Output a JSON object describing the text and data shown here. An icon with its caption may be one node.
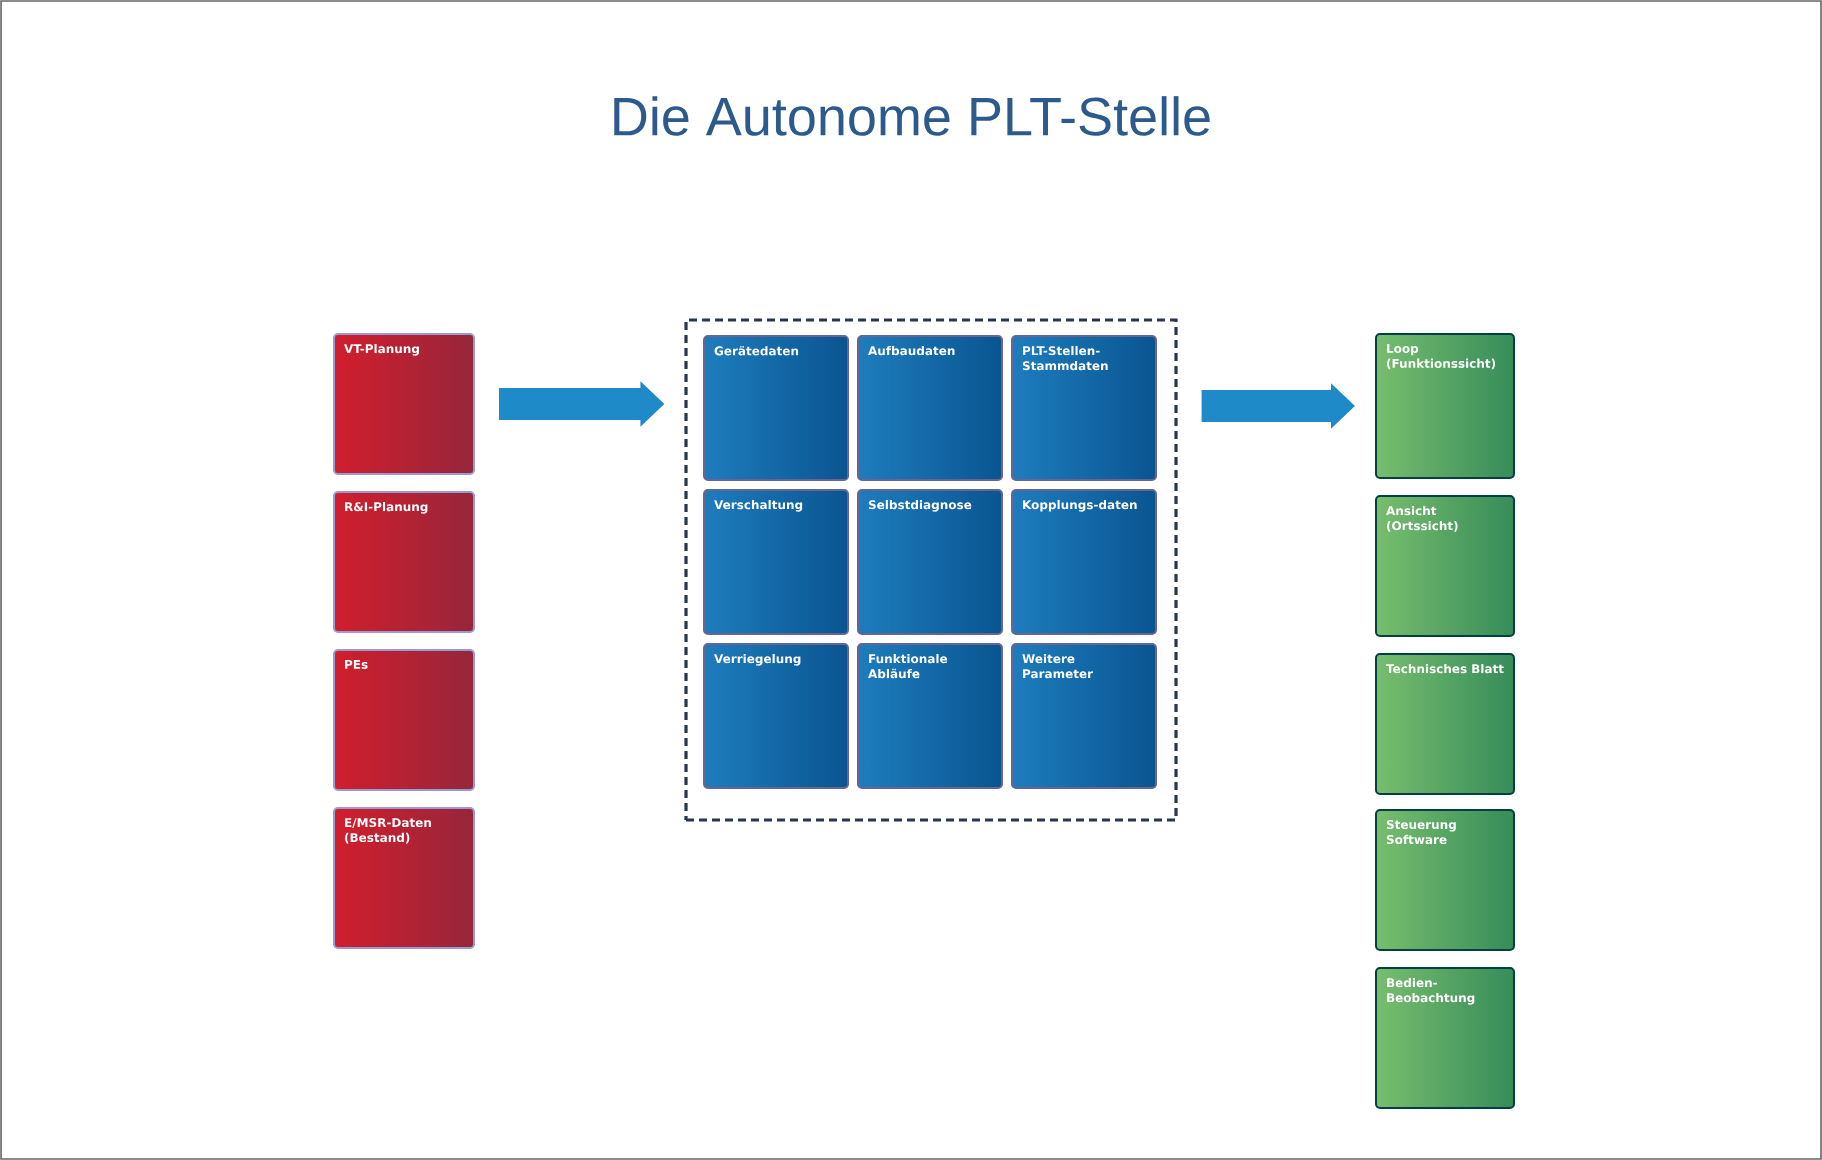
{
  "diagram": {
    "title": "Die Autonome PLT-Stelle",
    "nodes": [
      {
        "text": [
          "VT-Planung"
        ]
      },
      {
        "text": [
          "R&I-Planung"
        ]
      },
      {
        "text": [
          "PEs"
        ]
      },
      {
        "text": [
          "E/MSR-Daten (Bestand)"
        ]
      },
      {
        "text": [],
        "shape": "box"
      },
      {
        "text": [
          "Gerätedaten"
        ],
        "in": 4
      },
      {
        "text": [
          "Aufbaudaten"
        ],
        "in": 4
      },
      {
        "text": [
          "PLT-Stellen-Stammdaten"
        ],
        "in": 4
      },
      {
        "text": [
          "Verschaltung"
        ],
        "in": 4
      },
      {
        "text": [
          "Selbstdiagnose"
        ],
        "in": 4
      },
      {
        "text": [
          "Kopplungs-daten"
        ],
        "in": 4
      },
      {
        "text": [
          "Verriegelung"
        ],
        "in": 4
      },
      {
        "text": [
          "Funktionale Abläufe"
        ],
        "in": 4
      },
      {
        "text": [
          "Weitere Parameter"
        ],
        "in": 4
      },
      {
        "text": [
          "Loop (Funktionssicht)"
        ]
      },
      {
        "text": [
          "Ansicht (Ortssicht)"
        ]
      },
      {
        "text": [
          "Technisches Blatt"
        ]
      },
      {
        "text": [
          "Steuerung Software"
        ]
      },
      {
        "text": [
          "Bedien-Beobachtung"
        ]
      }
    ],
    "edges": [
      {
        "from": 0,
        "to": 4,
        "arrow": "to"
      },
      {
        "from": 4,
        "to": 14,
        "arrow": "to"
      }
    ]
  }
}
